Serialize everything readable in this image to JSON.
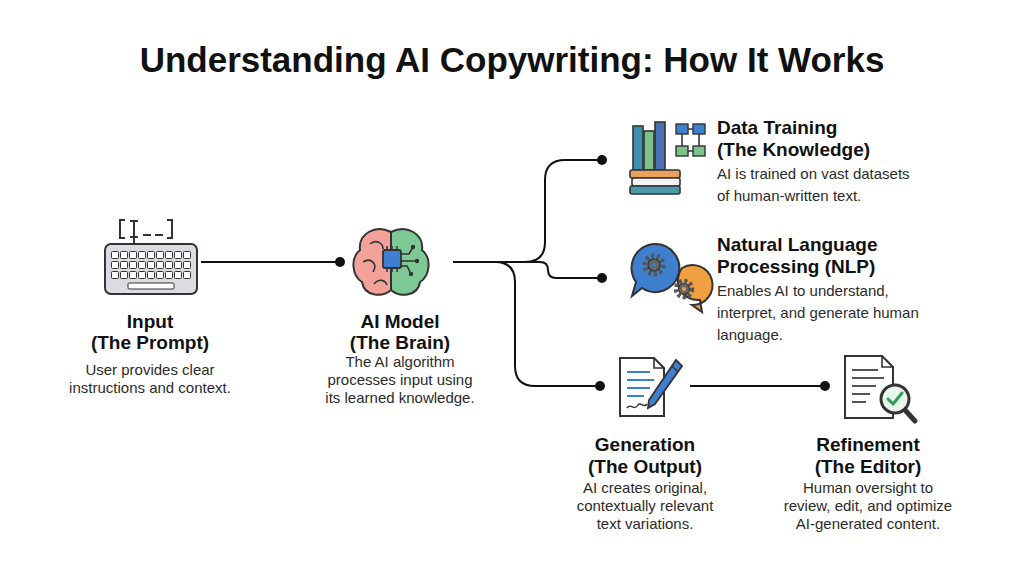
{
  "diagram": {
    "title": "Understanding AI Copywriting: How It Works",
    "nodes": [
      {
        "text": [
          "Input (The Prompt)",
          "User provides clear instructions and context."
        ]
      },
      {
        "text": [
          "AI Model (The Brain)",
          "The AI algorithm processes input using its learned knowledge."
        ]
      },
      {
        "text": [
          "Data Training (The Knowledge)",
          "AI is trained on vast datasets of human-written text."
        ]
      },
      {
        "text": [
          "Natural Language Processing (NLP)",
          "Enables AI to understand, interpret, and generate human language."
        ]
      },
      {
        "text": [
          "Generation (The Output)",
          "AI creates original, contextually relevant text variations."
        ]
      },
      {
        "text": [
          "Refinement (The Editor)",
          "Human oversight to review, edit, and optimize AI-generated content."
        ]
      }
    ],
    "edges": [
      {
        "from": 0,
        "to": 1,
        "arrow": "none"
      },
      {
        "from": 1,
        "to": 2,
        "arrow": "none"
      },
      {
        "from": 1,
        "to": 3,
        "arrow": "none"
      },
      {
        "from": 1,
        "to": 4,
        "arrow": "none"
      },
      {
        "from": 4,
        "to": 5,
        "arrow": "none"
      }
    ]
  }
}
